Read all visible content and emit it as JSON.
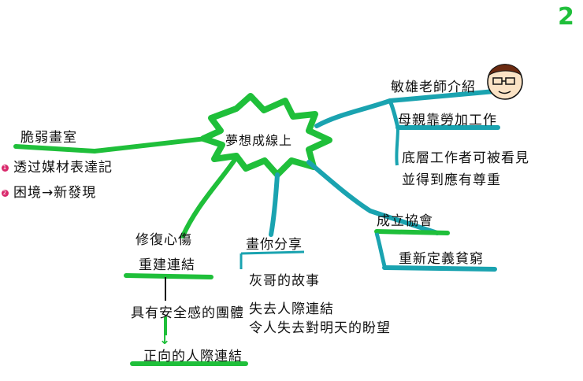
{
  "page_number": "2",
  "center": {
    "label": "夢想成線上"
  },
  "colors": {
    "green": "#1fbf3a",
    "teal": "#1aa3b0",
    "ink": "#111111",
    "bullet": "#d9286b"
  },
  "left_branch": {
    "title": "脆弱畫室",
    "items": [
      {
        "marker": "1",
        "text": "透过媒材表達記"
      },
      {
        "marker": "2",
        "text": "困境→新發現"
      }
    ]
  },
  "right_branches": [
    {
      "label": "敏雄老師介紹"
    },
    {
      "label": "母親靠勞加工作"
    },
    {
      "label": "底層工作者可被看見",
      "note": "並得到應有尊重"
    }
  ],
  "lower_right_branch": {
    "label": "成立協會",
    "sub": "重新定義貧窮"
  },
  "bottom_left_branch": {
    "title_line1": "修復心傷",
    "title_line2": "重建連結",
    "step1": "具有安全感的團體",
    "arrow": "↓",
    "step2": "正向的人際連結"
  },
  "bottom_middle_branch": {
    "title": "畫你分享",
    "items": [
      "灰哥的故事",
      "失去人際連結",
      "令人失去對明天的盼望"
    ]
  },
  "icons": [
    "face-with-glasses-icon"
  ]
}
